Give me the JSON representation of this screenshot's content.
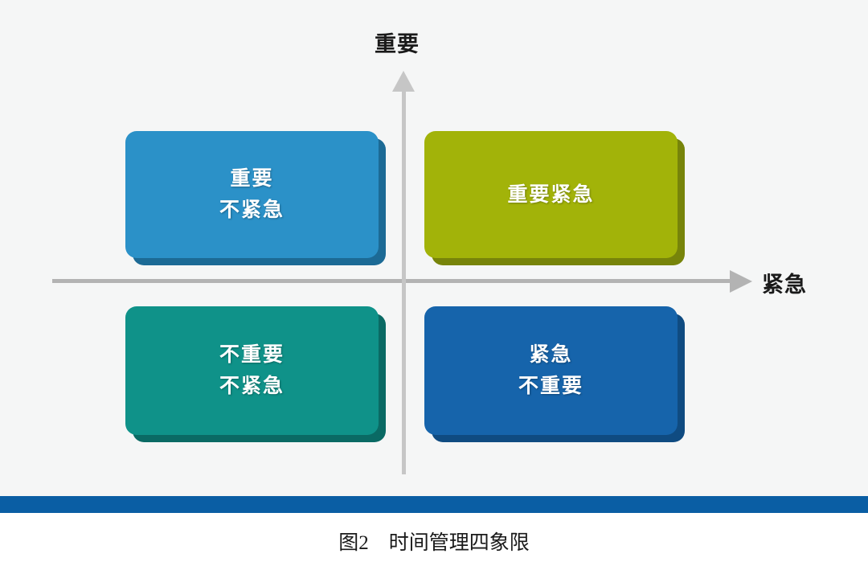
{
  "figure": {
    "background_color": "#f5f6f6",
    "caption": "图2　时间管理四象限",
    "divider_color": "#0a5ea4"
  },
  "axes": {
    "vertical_label": "重要",
    "horizontal_label": "紧急",
    "axis_color": "#b3b3b3",
    "arrow_up_name": "arrow-up-icon",
    "arrow_right_name": "arrow-right-icon"
  },
  "quadrants": [
    {
      "id": "important-not-urgent",
      "position": "top-left",
      "lines": [
        "重要",
        "不紧急"
      ],
      "color": "#2b91c8",
      "shadow_color": "#1c6a95"
    },
    {
      "id": "important-urgent",
      "position": "top-right",
      "lines": [
        "重要紧急"
      ],
      "color": "#a2b309",
      "shadow_color": "#77840a"
    },
    {
      "id": "not-important-not-urgent",
      "position": "bottom-left",
      "lines": [
        "不重要",
        "不紧急"
      ],
      "color": "#0f9289",
      "shadow_color": "#0a6a64"
    },
    {
      "id": "urgent-not-important",
      "position": "bottom-right",
      "lines": [
        "紧急",
        "不重要"
      ],
      "color": "#1664ab",
      "shadow_color": "#0f4b81"
    }
  ]
}
